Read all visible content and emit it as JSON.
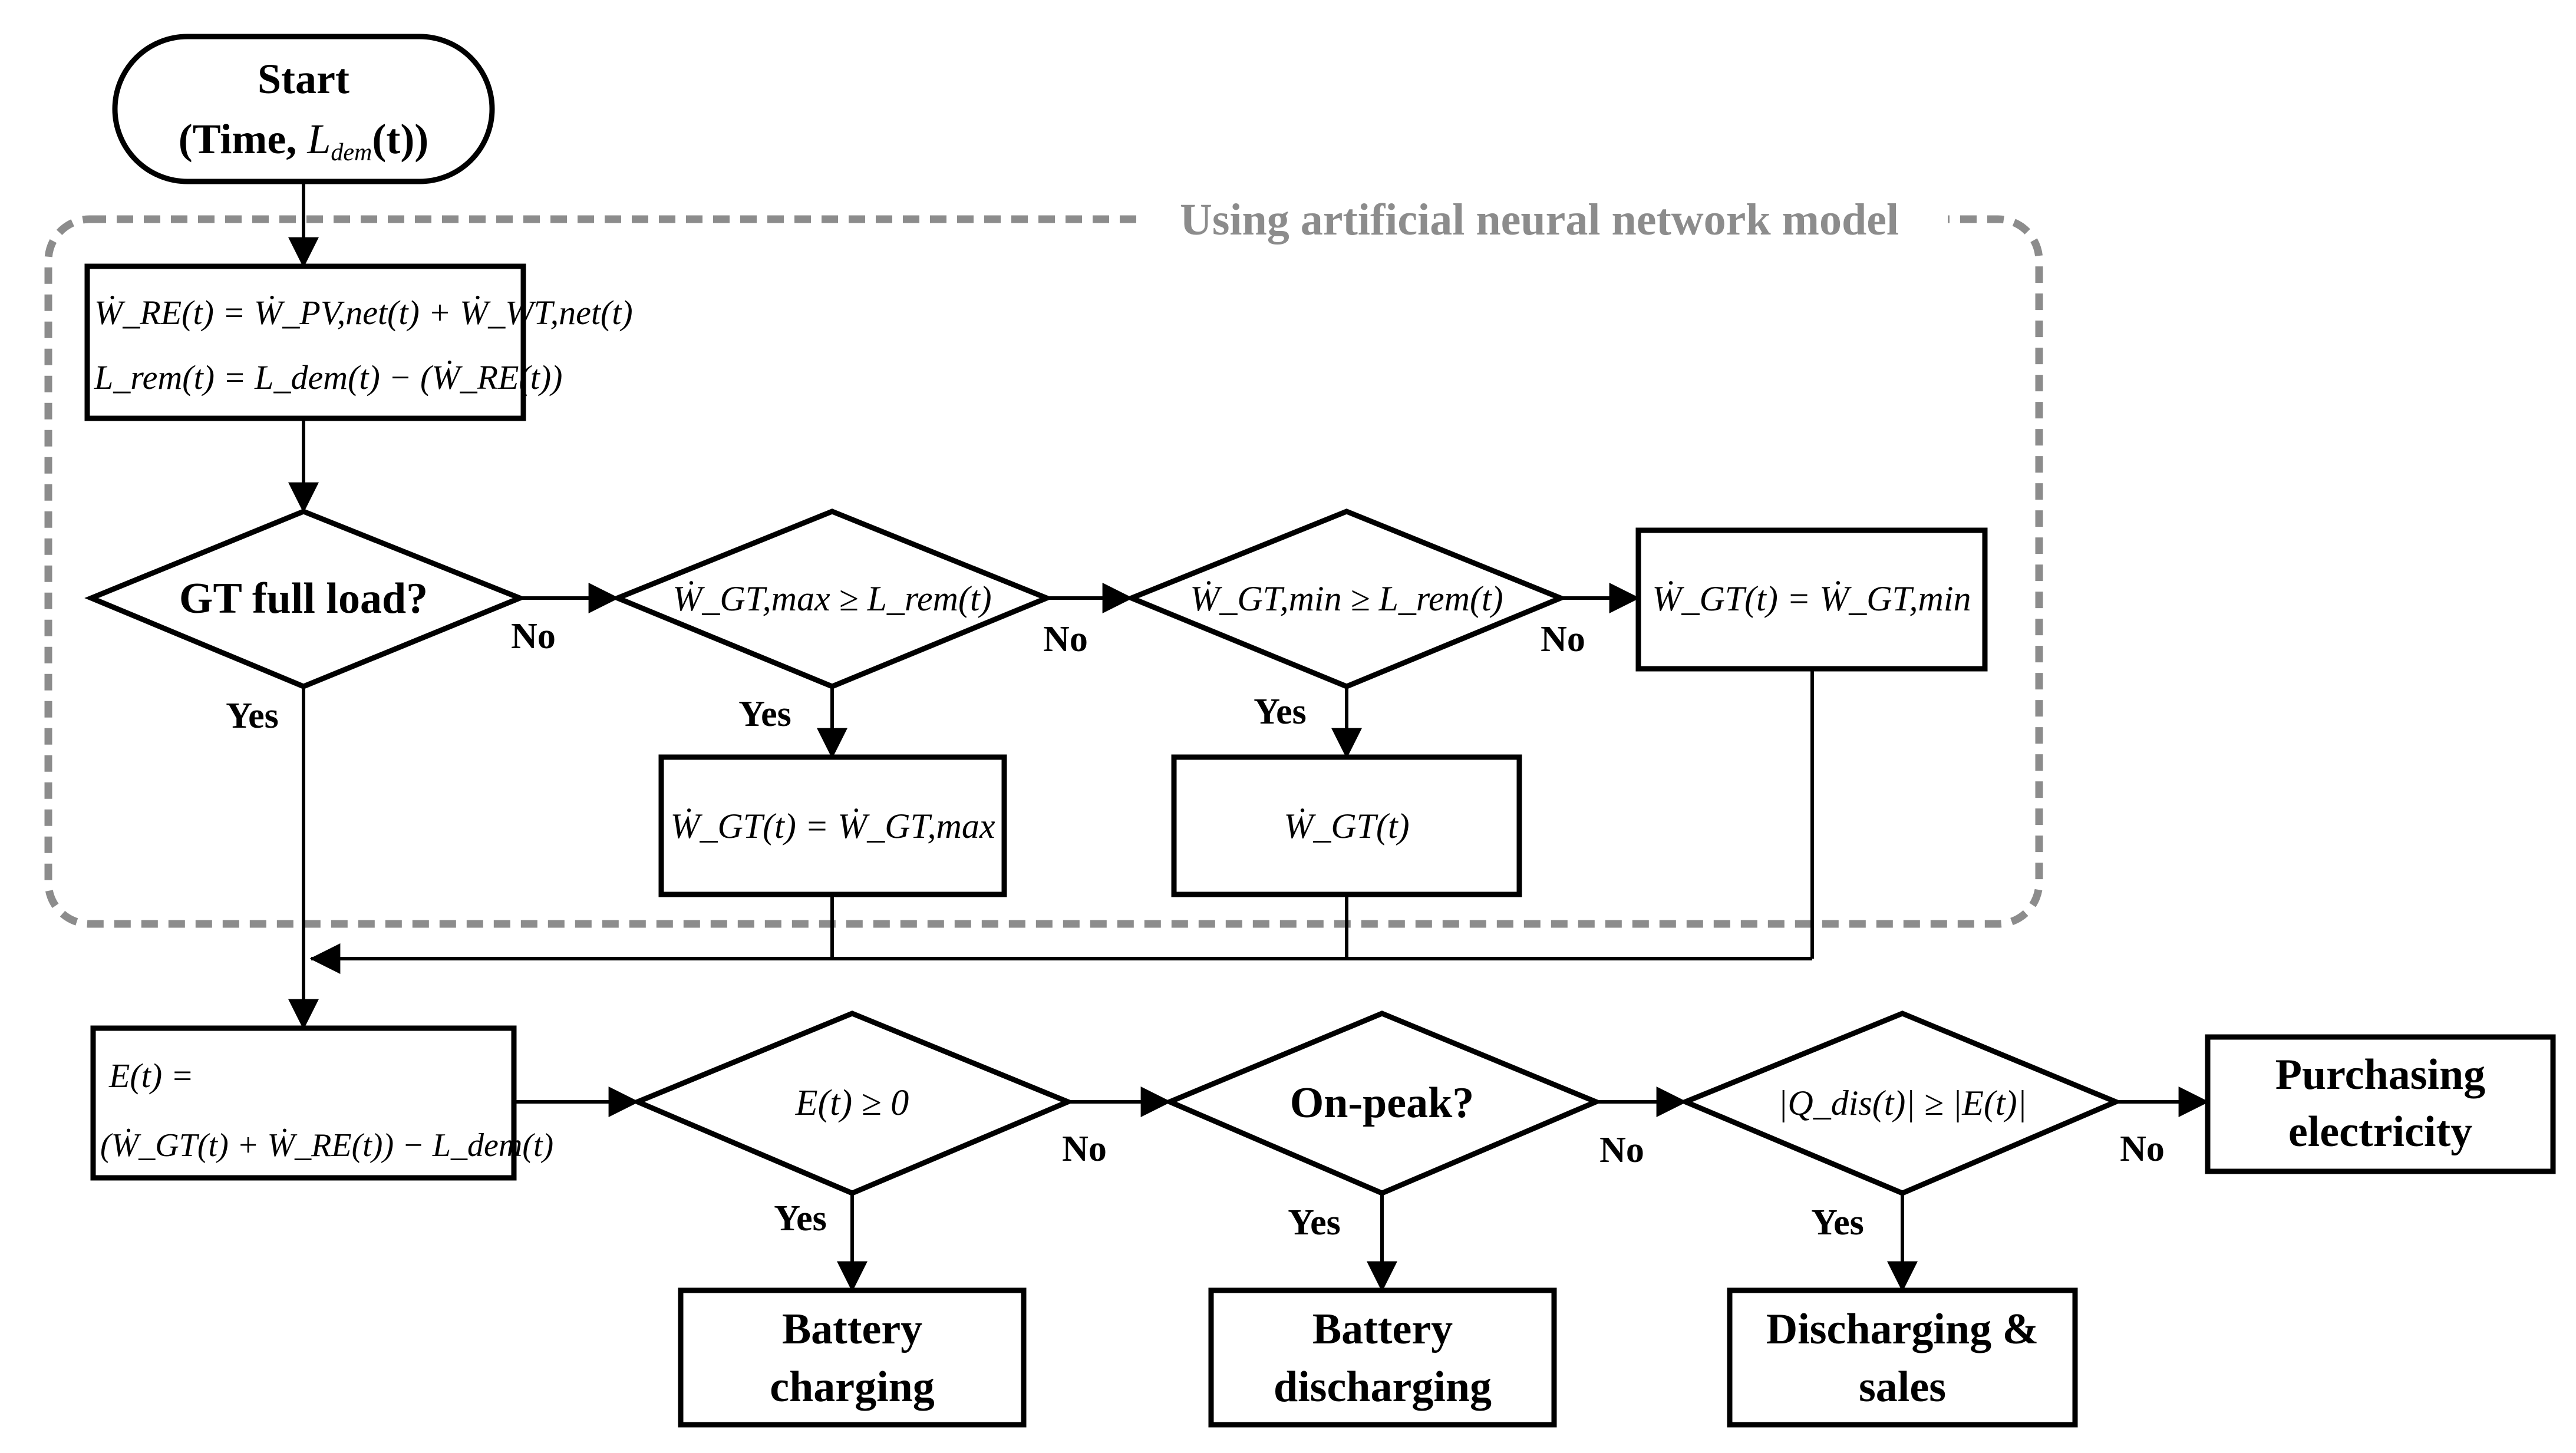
{
  "region": {
    "label": "Using artificial neural network model",
    "color": "#8c8c8c"
  },
  "nodes": {
    "start": {
      "line1": "Start",
      "line2_prefix": "(Time, ",
      "line2_math": "L",
      "line2_sub": "dem",
      "line2_suffix": "(t))"
    },
    "calc_re": {
      "line1": "Ẇ_RE(t) = Ẇ_PV,net(t) + Ẇ_WT,net(t)",
      "line2": "L_rem(t) = L_dem(t) − (Ẇ_RE(t))"
    },
    "gt_full": {
      "text": "GT full load?"
    },
    "gt_max_cond": {
      "text": "Ẇ_GT,max ≥ L_rem(t)"
    },
    "gt_min_cond": {
      "text": "Ẇ_GT,min ≥ L_rem(t)"
    },
    "gt_eq_min": {
      "text": "Ẇ_GT(t) = Ẇ_GT,min"
    },
    "gt_eq_max": {
      "text": "Ẇ_GT(t) = Ẇ_GT,max"
    },
    "gt_t": {
      "text": "Ẇ_GT(t)"
    },
    "calc_e": {
      "line1": "E(t) =",
      "line2": "(Ẇ_GT(t) + Ẇ_RE(t)) − L_dem(t)"
    },
    "e_cond": {
      "text": "E(t) ≥ 0"
    },
    "onpeak": {
      "text": "On-peak?"
    },
    "qdis_cond": {
      "text": "|Q_dis(t)| ≥ |E(t)|"
    },
    "purchase": {
      "line1": "Purchasing",
      "line2": "electricity"
    },
    "bat_charge": {
      "line1": "Battery",
      "line2": "charging"
    },
    "bat_discharge": {
      "line1": "Battery",
      "line2": "discharging"
    },
    "dis_sales": {
      "line1": "Discharging &",
      "line2": "sales"
    }
  },
  "edge_labels": {
    "yes": "Yes",
    "no": "No"
  }
}
